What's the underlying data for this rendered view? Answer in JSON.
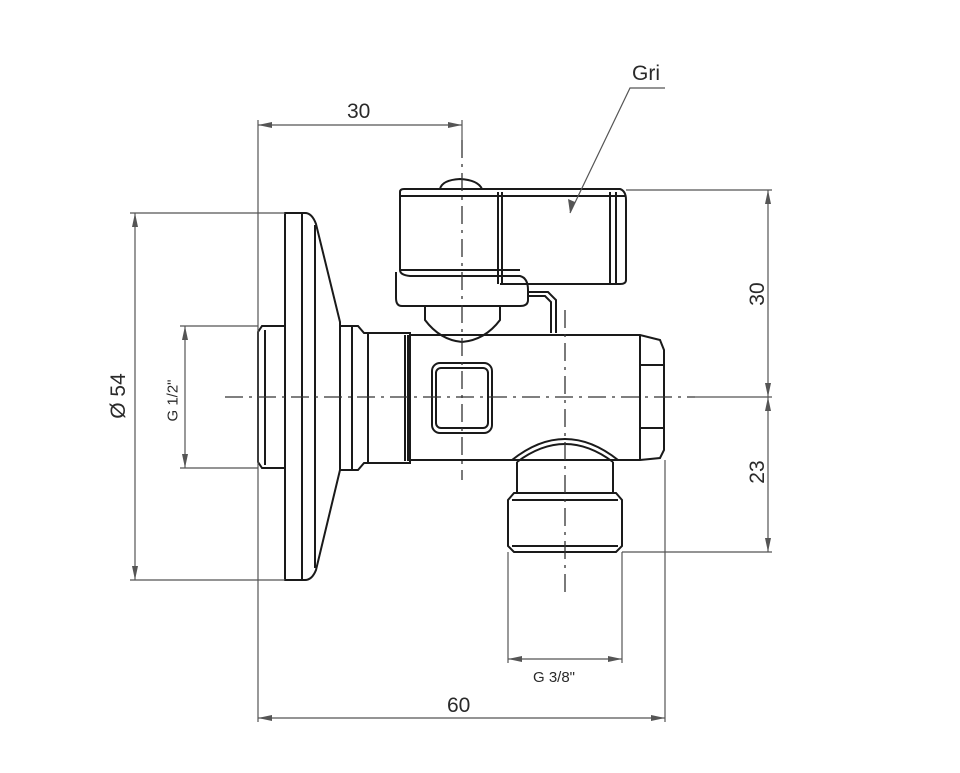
{
  "drawing": {
    "subject": "angle valve with handle",
    "callout": {
      "label": "Gri"
    },
    "dimensions": {
      "top_width": "30",
      "total_width": "60",
      "flange_diameter": "Ø 54",
      "inlet_thread": "G 1/2\"",
      "outlet_thread": "G 3/8\"",
      "handle_height": "30",
      "outlet_depth": "23"
    },
    "colors": {
      "line": "#1a1a1a",
      "dim_line": "#555555",
      "text": "#2a2a2a"
    }
  }
}
